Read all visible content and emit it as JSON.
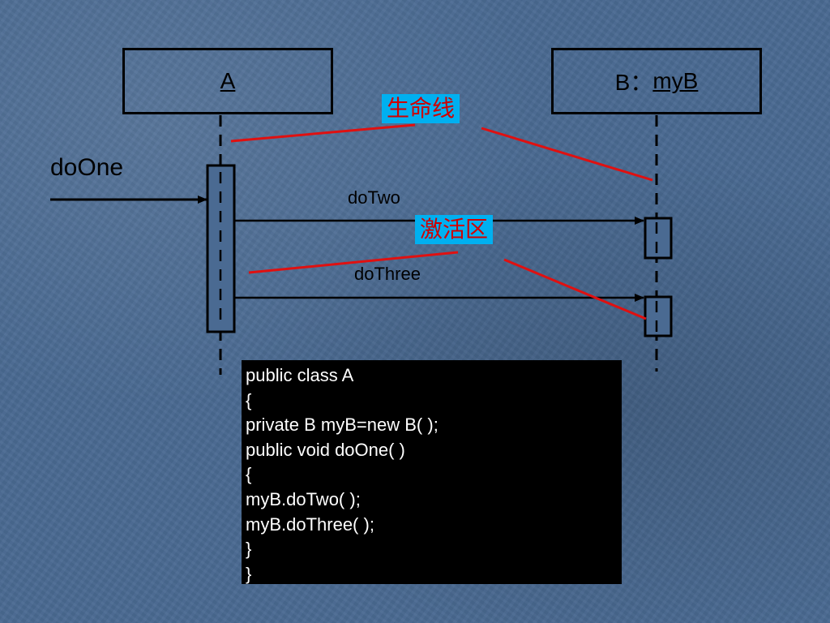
{
  "lifelines": {
    "a": {
      "label": "A"
    },
    "b": {
      "prefix": "B：",
      "name": "myB"
    }
  },
  "messages": {
    "do_one": "doOne",
    "do_two": "doTwo",
    "do_three": "doThree"
  },
  "callouts": {
    "lifeline": "生命线",
    "activation": "激活区"
  },
  "code": {
    "lines": [
      "public class A",
      "{",
      "private B myB=new B( );",
      "public void doOne( )",
      "{",
      "myB.doTwo( );",
      "myB.doThree( );",
      "}",
      "}"
    ]
  },
  "colors": {
    "background": "#4a6a92",
    "callout_fill": "#00b0f0",
    "callout_text": "#d00000",
    "pointer_line": "#e01010",
    "code_background": "#000000"
  }
}
